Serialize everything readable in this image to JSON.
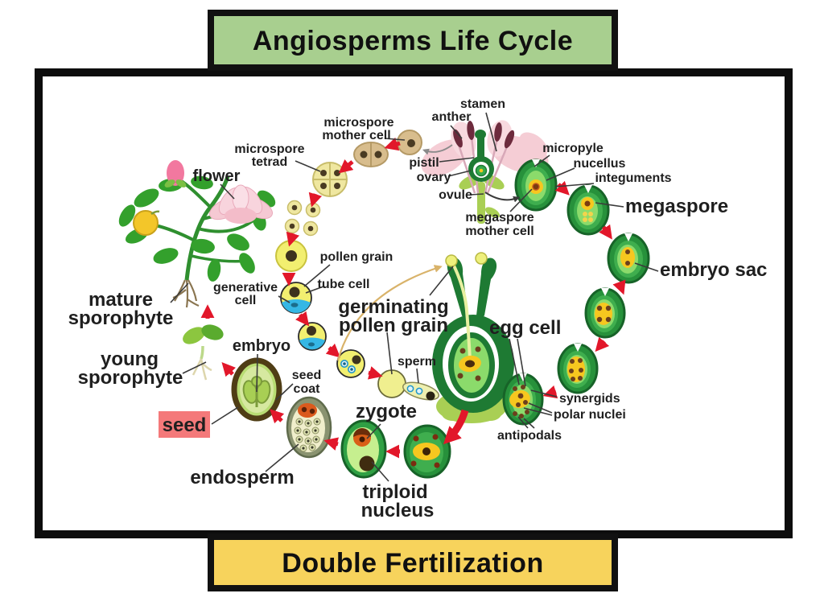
{
  "header": {
    "title": "Angiosperms Life Cycle"
  },
  "footer": {
    "title": "Double Fertilization"
  },
  "colors": {
    "header_bg": "#a8cf8f",
    "footer_bg": "#f7d35c",
    "panel_border": "#0d0d0d",
    "arrow_red": "#e2172a",
    "seed_tag_bg": "#f4797a",
    "seed_tag_text": "#bf2228",
    "ovule_green_dark": "#1f7a33",
    "ovule_green": "#2fa044",
    "ovule_green_light": "#8bdb6b",
    "nucleus_yellow": "#f7c71f",
    "pollen_yellow": "#f2ef70",
    "tube_cell_blue": "#35b7e5",
    "petal_pink": "#f5cdd5",
    "label_dark": "#1f1f1f"
  },
  "labels": {
    "stamen": "stamen",
    "anther": "anther",
    "microspore_mother_cell": [
      "microspore",
      "mother cell"
    ],
    "microspore_tetrad": [
      "microspore",
      "tetrad"
    ],
    "flower": "flower",
    "pistil": "pistil",
    "ovary": "ovary",
    "ovule": "ovule",
    "micropyle": "micropyle",
    "nucellus": "nucellus",
    "integuments": "integuments",
    "megaspore_mother_cell": [
      "megaspore",
      "mother cell"
    ],
    "megaspore": "megaspore",
    "embryo_sac": "embryo sac",
    "pollen_grain": "pollen grain",
    "tube_cell": "tube cell",
    "generative_cell": [
      "generative",
      "cell"
    ],
    "germinating_pollen_grain": [
      "germinating",
      "pollen grain"
    ],
    "egg_cell": "egg cell",
    "sperm": "sperm",
    "synergids": "synergids",
    "polar_nuclei": "polar nuclei",
    "antipodals": "antipodals",
    "zygote": "zygote",
    "triploid_nucleus": [
      "triploid",
      "nucleus"
    ],
    "endosperm": "endosperm",
    "seed": "seed",
    "seed_coat": [
      "seed",
      "coat"
    ],
    "embryo": "embryo",
    "young_sporophyte": [
      "young",
      "sporophyte"
    ],
    "mature_sporophyte": [
      "mature",
      "sporophyte"
    ]
  }
}
